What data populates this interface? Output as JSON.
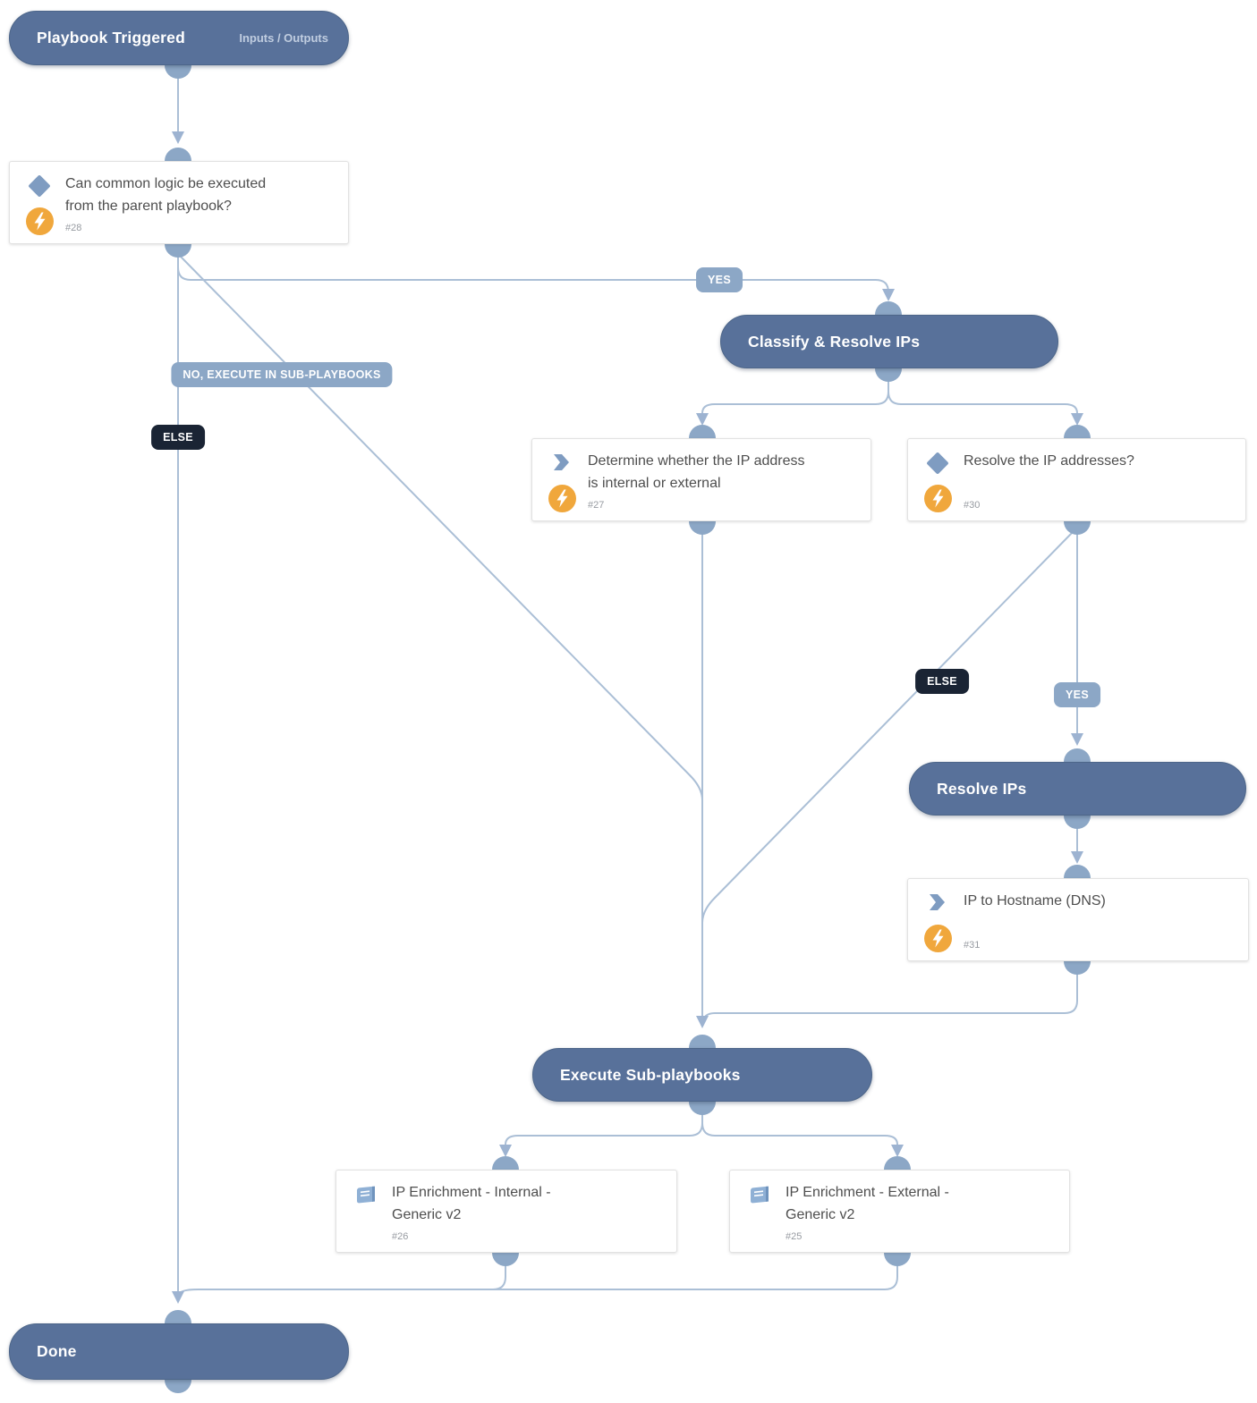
{
  "diagram": {
    "start": {
      "title": "Playbook Triggered",
      "link": "Inputs / Outputs"
    },
    "sections": {
      "classify": {
        "title": "Classify & Resolve IPs"
      },
      "resolve": {
        "title": "Resolve IPs"
      },
      "execute": {
        "title": "Execute Sub-playbooks"
      },
      "done": {
        "title": "Done"
      }
    },
    "tasks": {
      "t28": {
        "lines": [
          "Can common logic be executed",
          "from the parent playbook?"
        ],
        "id": "#28",
        "type": "condition"
      },
      "t27": {
        "lines": [
          "Determine whether the IP address",
          "is internal or external"
        ],
        "id": "#27",
        "type": "automation"
      },
      "t30": {
        "lines": [
          "Resolve the IP addresses?"
        ],
        "id": "#30",
        "type": "condition"
      },
      "t31": {
        "lines": [
          "IP to Hostname (DNS)"
        ],
        "id": "#31",
        "type": "automation"
      },
      "t26": {
        "lines": [
          "IP Enrichment - Internal -",
          "Generic v2"
        ],
        "id": "#26",
        "type": "sub-playbook"
      },
      "t25": {
        "lines": [
          "IP Enrichment - External -",
          "Generic v2"
        ],
        "id": "#25",
        "type": "sub-playbook"
      }
    },
    "edge_labels": {
      "yes_top": "YES",
      "no_sub": "NO, EXECUTE IN SUB-PLAYBOOKS",
      "else_left": "ELSE",
      "else_right": "ELSE",
      "yes_right": "YES"
    },
    "colors": {
      "pill": "#58719a",
      "line": "#abbfd6",
      "connector_dot": "#8ca7c6",
      "badge_light": "#8ca7c6",
      "badge_dark": "#1a2434",
      "lightning": "#f0a73c",
      "icon_blue": "#7f9cc1",
      "card_text": "#4e4e4e"
    }
  }
}
